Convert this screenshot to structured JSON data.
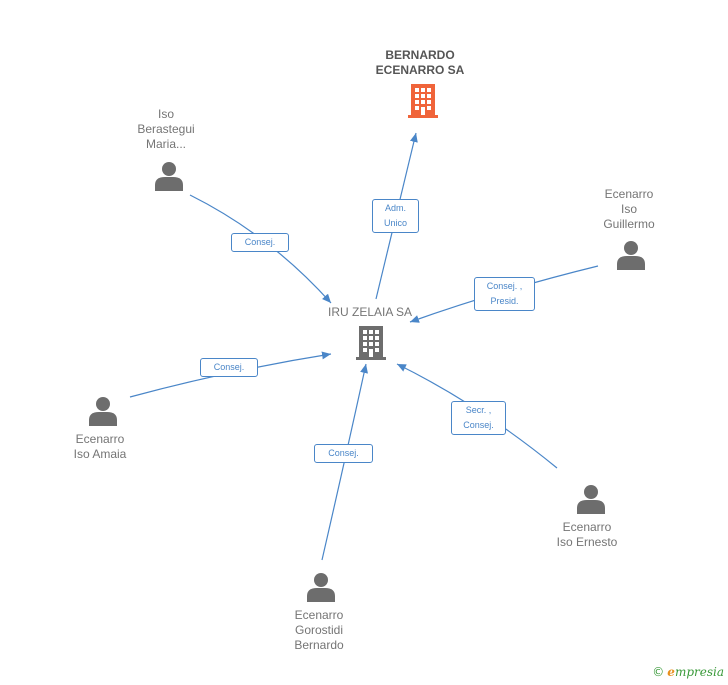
{
  "colors": {
    "edge": "#4a86c8",
    "person": "#6d6d6d",
    "company": "#6d6d6d",
    "target": "#f0643a"
  },
  "nodes": {
    "target": {
      "lines": [
        "BERNARDO",
        "ECENARRO SA"
      ],
      "icon": "building-icon"
    },
    "center": {
      "lines": [
        "IRU ZELAIA SA"
      ],
      "icon": "building-icon"
    },
    "iso_berastegui": {
      "lines": [
        "Iso",
        "Berastegui",
        "Maria..."
      ],
      "icon": "person-icon"
    },
    "ecenarro_guillermo": {
      "lines": [
        "Ecenarro",
        "Iso",
        "Guillermo"
      ],
      "icon": "person-icon"
    },
    "ecenarro_amaia": {
      "lines": [
        "Ecenarro",
        "Iso Amaia"
      ],
      "icon": "person-icon"
    },
    "ecenarro_ernesto": {
      "lines": [
        "Ecenarro",
        "Iso Ernesto"
      ],
      "icon": "person-icon"
    },
    "ecenarro_bernardo": {
      "lines": [
        "Ecenarro",
        "Gorostidi",
        "Bernardo"
      ],
      "icon": "person-icon"
    }
  },
  "edges": {
    "adm_unico": {
      "lines": [
        "Adm.",
        "Unico"
      ]
    },
    "consej_berastegui": {
      "lines": [
        "Consej."
      ]
    },
    "consej_presid": {
      "lines": [
        "Consej. ,",
        "Presid."
      ]
    },
    "consej_amaia": {
      "lines": [
        "Consej."
      ]
    },
    "secr_consej": {
      "lines": [
        "Secr. ,",
        "Consej."
      ]
    },
    "consej_bernardo": {
      "lines": [
        "Consej."
      ]
    }
  },
  "brand": {
    "copyright": "©",
    "initial": "e",
    "rest": "mpresia"
  }
}
